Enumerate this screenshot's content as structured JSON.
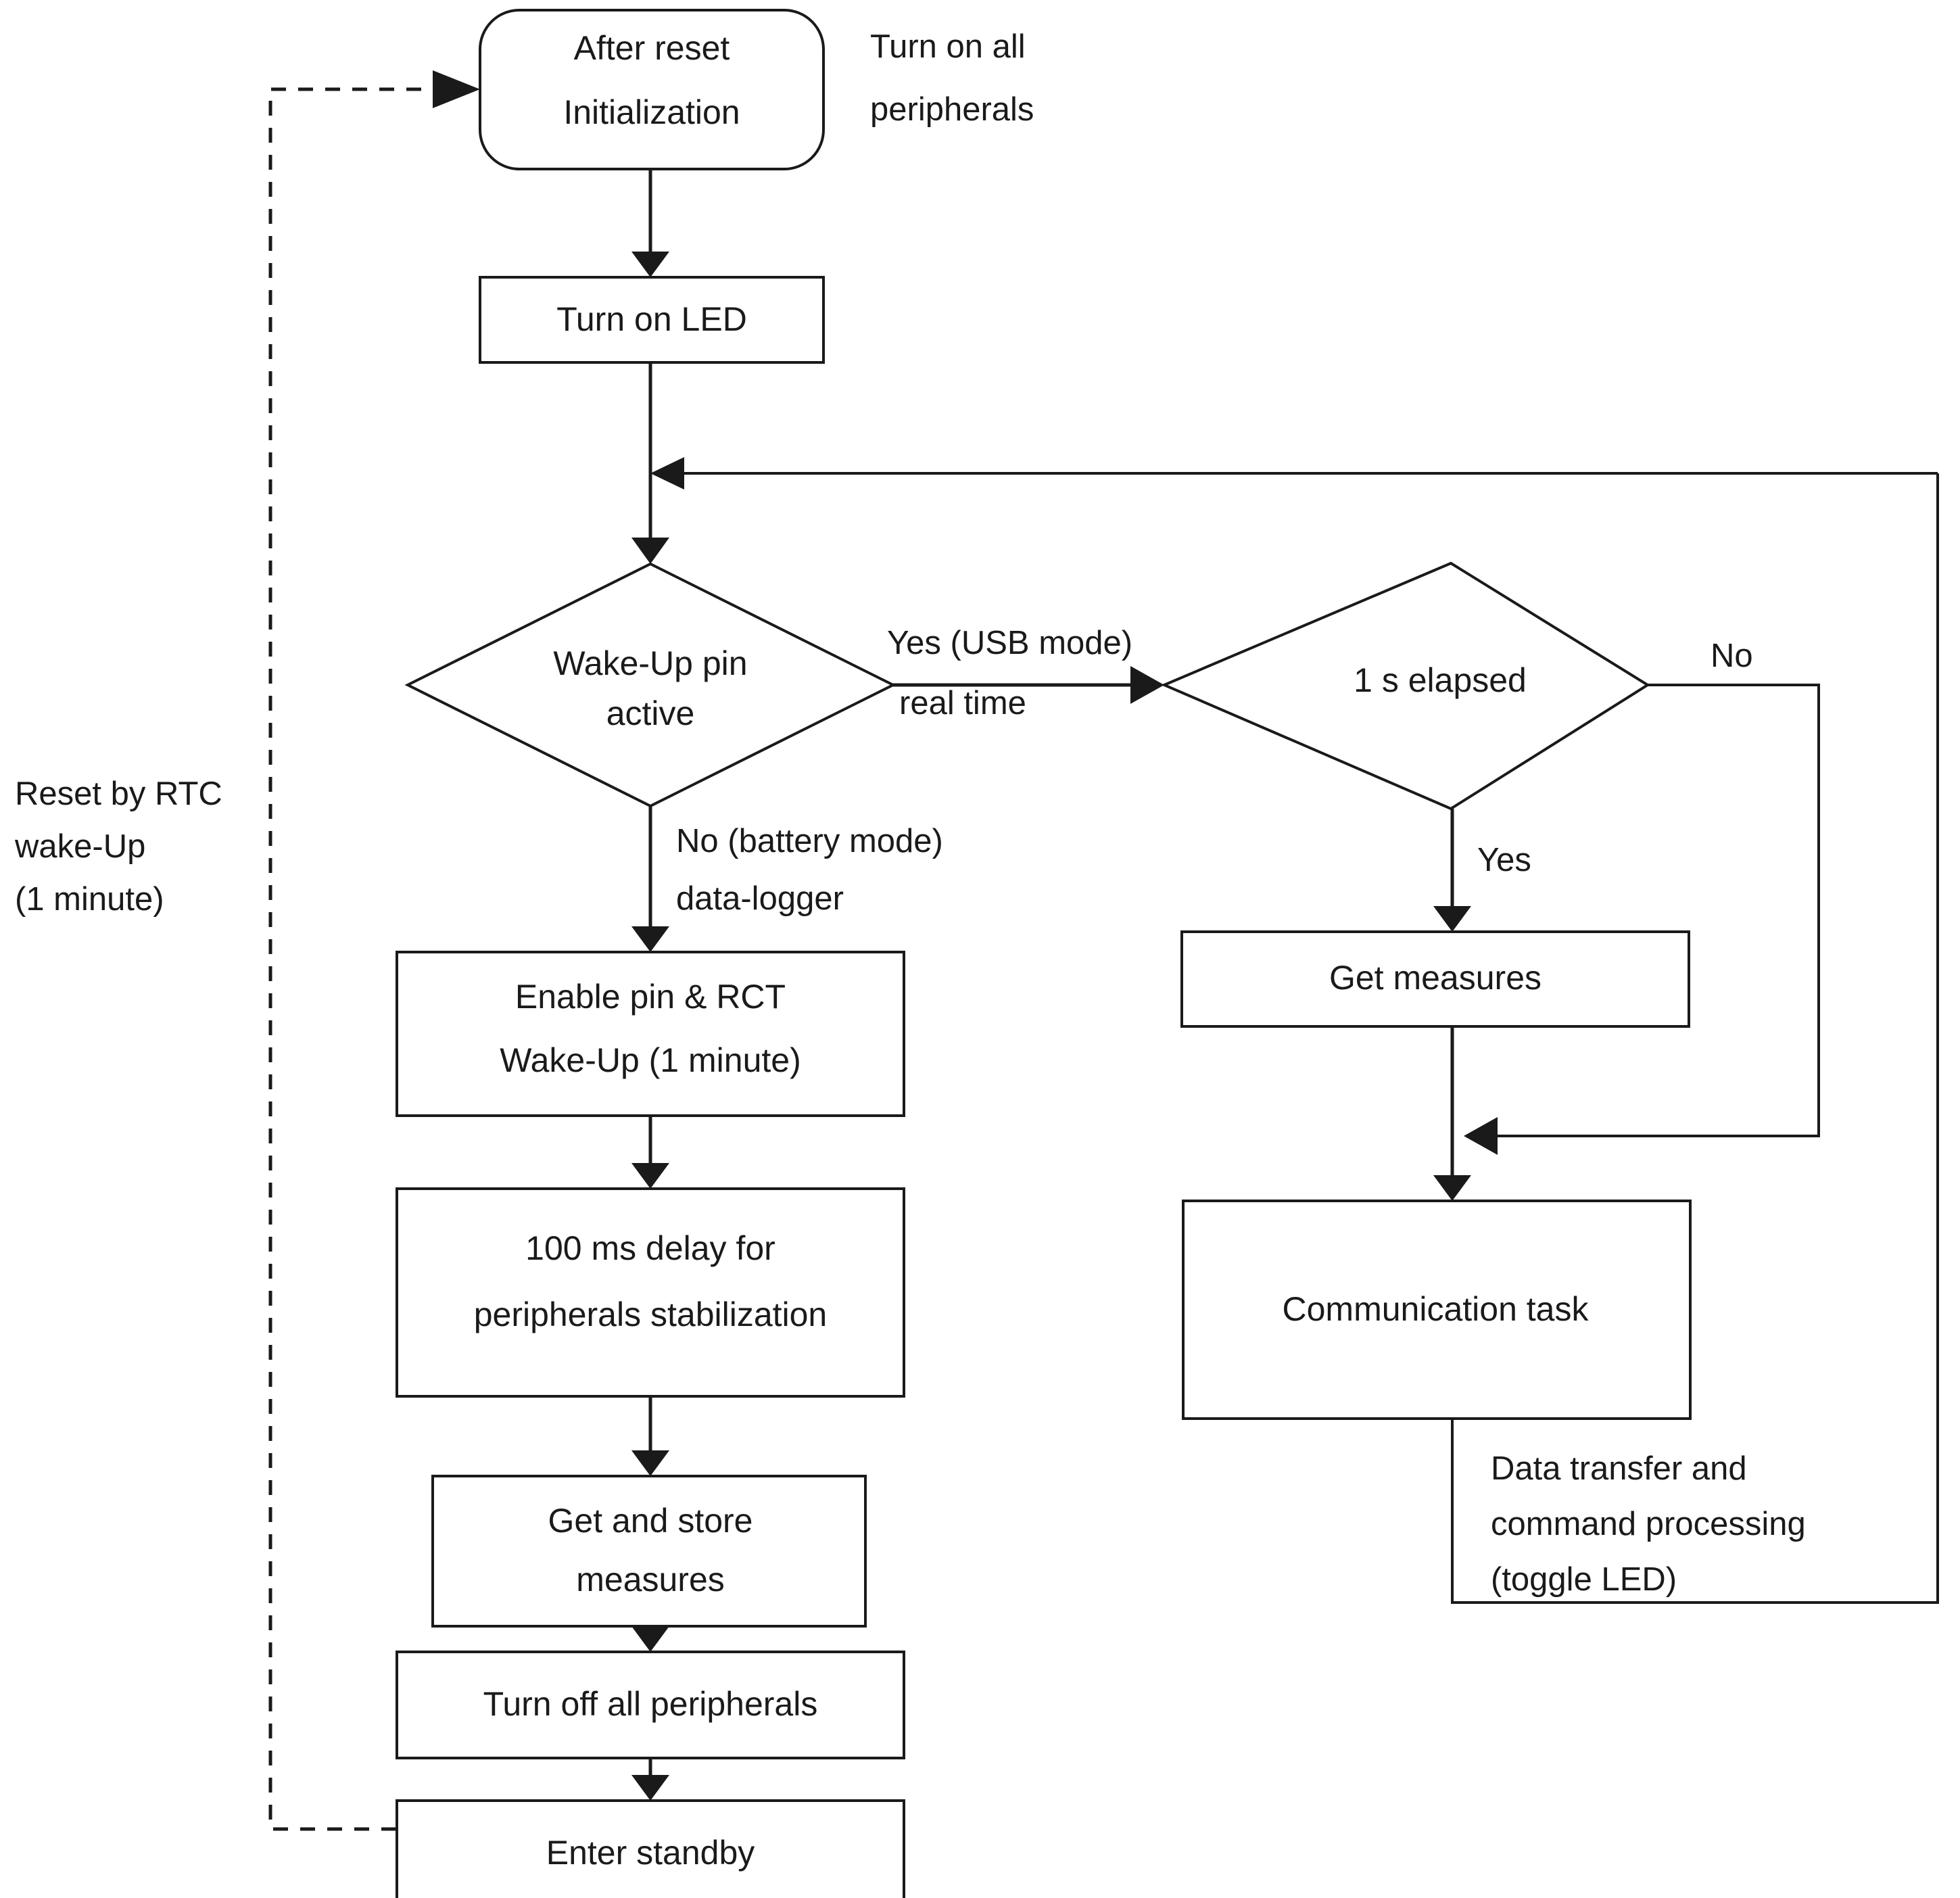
{
  "diagram": {
    "title": "Firmware main loop flowchart",
    "colors": {
      "stroke": "#1a1a1a",
      "fill": "#ffffff",
      "background": "#ffffff"
    },
    "nodes": [
      {
        "id": "after-reset-initialization",
        "shape": "rounded-rectangle",
        "lines": [
          "After reset",
          "Initialization"
        ]
      },
      {
        "id": "turn-on-led",
        "shape": "rectangle",
        "lines": [
          "Turn on LED"
        ]
      },
      {
        "id": "wake-up-pin-active",
        "shape": "diamond",
        "lines": [
          "Wake-Up pin",
          "active"
        ]
      },
      {
        "id": "one-second-elapsed",
        "shape": "diamond",
        "lines": [
          "1 s elapsed"
        ]
      },
      {
        "id": "enable-pin-rct-wakeup",
        "shape": "rectangle",
        "lines": [
          "Enable pin & RCT",
          "Wake-Up (1 minute)"
        ]
      },
      {
        "id": "get-measures",
        "shape": "rectangle",
        "lines": [
          "Get measures"
        ]
      },
      {
        "id": "delay-100ms",
        "shape": "rectangle",
        "lines": [
          "100 ms delay for",
          "peripherals stabilization"
        ]
      },
      {
        "id": "communication-task",
        "shape": "rectangle",
        "lines": [
          "Communication task"
        ]
      },
      {
        "id": "get-and-store-measures",
        "shape": "rectangle",
        "lines": [
          "Get and store",
          "measures"
        ]
      },
      {
        "id": "turn-off-all-peripherals",
        "shape": "rectangle",
        "lines": [
          "Turn off all peripherals"
        ]
      },
      {
        "id": "enter-standby",
        "shape": "rectangle",
        "lines": [
          "Enter standby"
        ]
      }
    ],
    "annotations": [
      {
        "id": "turn-on-all-peripherals-note",
        "lines": [
          "Turn on all",
          "peripherals"
        ]
      },
      {
        "id": "reset-by-rtc-note",
        "lines": [
          "Reset by RTC",
          "wake-Up",
          "(1 minute)"
        ]
      },
      {
        "id": "data-transfer-note",
        "lines": [
          "Data transfer and",
          "command processing",
          "(toggle LED)"
        ]
      }
    ],
    "edge_labels": [
      {
        "id": "yes-usb-mode",
        "lines": [
          "Yes (USB mode)",
          "real time"
        ]
      },
      {
        "id": "no-battery-mode",
        "lines": [
          "No (battery mode)",
          "data-logger"
        ]
      },
      {
        "id": "elapsed-no",
        "lines": [
          "No"
        ]
      },
      {
        "id": "elapsed-yes",
        "lines": [
          "Yes"
        ]
      }
    ]
  }
}
